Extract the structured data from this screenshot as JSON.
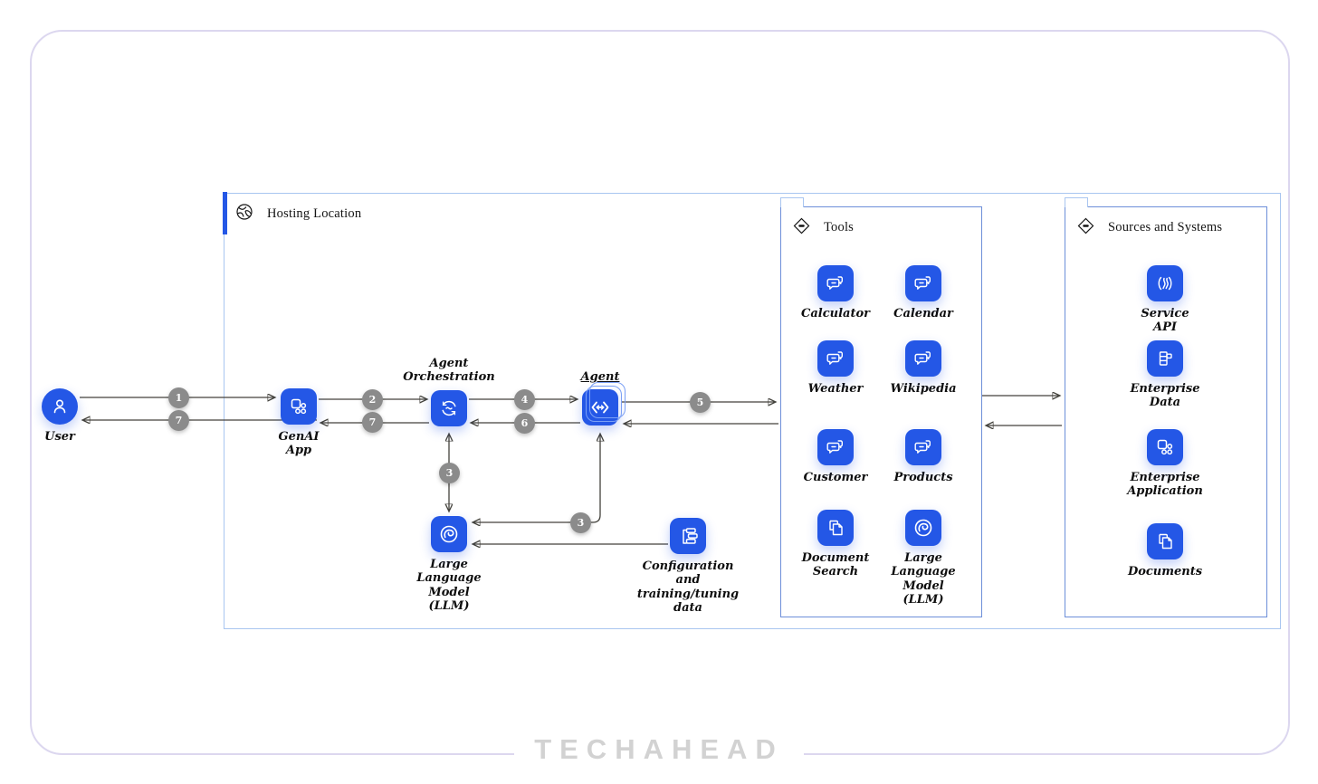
{
  "colors": {
    "icon_blue": "#2457e6",
    "badge_gray": "#8b8b8b",
    "hosting_border": "#a9c6f0",
    "sub_box_border": "#6d8fd9",
    "outer_frame_border": "#dcd7ef",
    "arrow": "#43423c"
  },
  "groups": {
    "hosting": {
      "label": "Hosting Location",
      "icon": "globe-icon"
    },
    "tools": {
      "label": "Tools",
      "icon": "diamond-icon"
    },
    "sources": {
      "label": "Sources and Systems",
      "icon": "diamond-icon"
    }
  },
  "flow_nodes": {
    "user": {
      "label": "User",
      "icon": "user-icon"
    },
    "genai_app": {
      "label": "GenAI\nApp",
      "icon": "app-components-icon"
    },
    "agent_orchestration": {
      "label": "Agent\nOrchestration",
      "icon": "sync-icon"
    },
    "agent": {
      "label": "Agent",
      "icon": "angle-brackets-icon"
    },
    "llm": {
      "label": "Large\nLanguage\nModel\n(LLM)",
      "icon": "swirl-icon"
    },
    "configuration": {
      "label": "Configuration\nand\ntraining/tuning\ndata",
      "icon": "data-stack-icon"
    }
  },
  "tools_items": [
    {
      "label": "Calculator",
      "icon": "chat-bubbles-icon"
    },
    {
      "label": "Calendar",
      "icon": "chat-bubbles-icon"
    },
    {
      "label": "Weather",
      "icon": "chat-bubbles-icon"
    },
    {
      "label": "Wikipedia",
      "icon": "chat-bubbles-icon"
    },
    {
      "label": "Customer",
      "icon": "chat-bubbles-icon"
    },
    {
      "label": "Products",
      "icon": "chat-bubbles-icon"
    },
    {
      "label": "Document\nSearch",
      "icon": "document-copy-icon"
    },
    {
      "label": "Large\nLanguage\nModel\n(LLM)",
      "icon": "swirl-icon"
    }
  ],
  "sources_items": [
    {
      "label": "Service\nAPI",
      "icon": "api-curves-icon"
    },
    {
      "label": "Enterprise\nData",
      "icon": "data-table-icon"
    },
    {
      "label": "Enterprise\nApplication",
      "icon": "app-components-icon"
    },
    {
      "label": "Documents",
      "icon": "document-copy-icon"
    }
  ],
  "step_badges": [
    "1",
    "7",
    "2",
    "7",
    "4",
    "6",
    "3",
    "3",
    "5"
  ],
  "watermark": {
    "text": "TECHAHEAD"
  }
}
